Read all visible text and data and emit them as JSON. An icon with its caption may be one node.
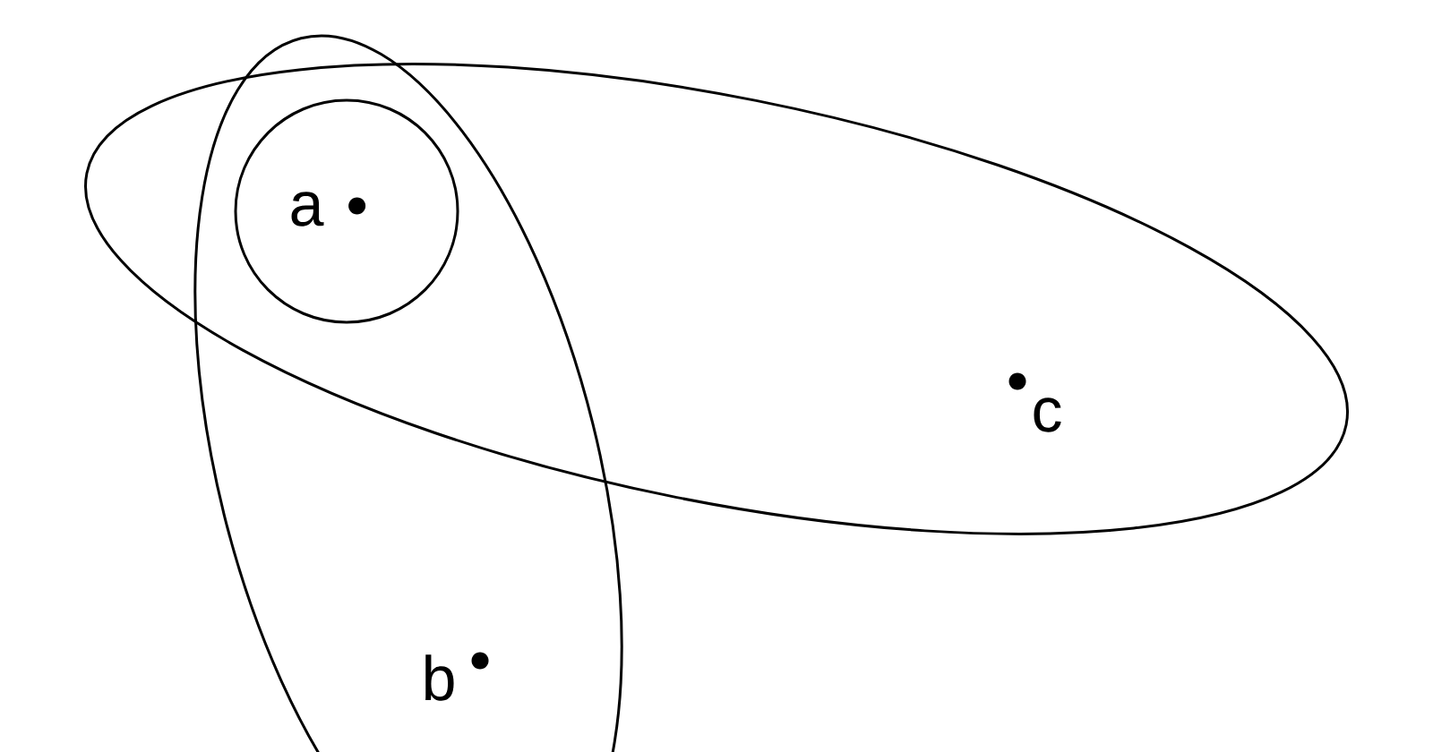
{
  "diagram": {
    "nodes": [
      {
        "text": [],
        "shape": "ellipse"
      },
      {
        "text": [],
        "shape": "ellipse"
      },
      {
        "text": [],
        "shape": "circle"
      },
      {
        "text": [],
        "shape": "dot",
        "beside": [
          "a"
        ],
        "in": 2
      },
      {
        "text": [],
        "shape": "dot",
        "beside": [
          "c"
        ],
        "in": 1
      },
      {
        "text": [],
        "shape": "dot",
        "beside": [
          "b"
        ],
        "in": 0
      }
    ]
  }
}
